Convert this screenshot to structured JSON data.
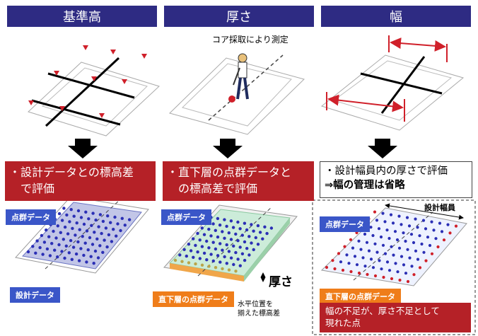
{
  "columns": [
    {
      "header": "基準高",
      "eval": [
        "・設計データとの標高差",
        "　で評価"
      ],
      "callout_top": "点群データ",
      "callout_bottom": "設計データ"
    },
    {
      "header": "厚さ",
      "core_label": "コア採取により測定",
      "eval": [
        "・直下層の点群データと",
        "　の標高差で評価"
      ],
      "callout_top": "点群データ",
      "callout_bottom": "直下層の点群データ",
      "thickness_label": "厚さ",
      "note": [
        "水平位置を",
        "揃えた標高差"
      ]
    },
    {
      "header": "幅",
      "eval": [
        "・設計幅員内の厚さで評価",
        "⇒幅の管理は省略"
      ],
      "width_label": "設計幅員",
      "callout_top": "点群データ",
      "callout_bottom": "直下層の点群データ",
      "shortfall": [
        "幅の不足が、厚さ不足として",
        "現れた点"
      ]
    }
  ],
  "colors": {
    "header_bg": "#2e2b83",
    "eval_bg": "#b52127",
    "point_blue": "#2b2fb5",
    "point_red": "#d0202a",
    "callout_blue": "#3a56c8",
    "callout_orange": "#ef7d1a"
  }
}
